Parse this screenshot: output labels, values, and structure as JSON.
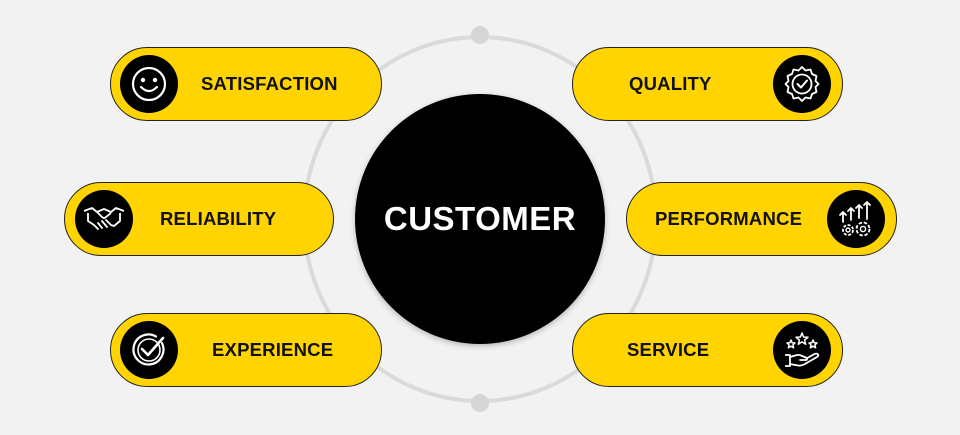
{
  "center": {
    "label": "CUSTOMER"
  },
  "items": [
    {
      "label": "SATISFACTION",
      "icon": "smiley-face-icon"
    },
    {
      "label": "RELIABILITY",
      "icon": "handshake-icon"
    },
    {
      "label": "EXPERIENCE",
      "icon": "checkmark-circle-icon"
    },
    {
      "label": "QUALITY",
      "icon": "quality-badge-icon"
    },
    {
      "label": "PERFORMANCE",
      "icon": "growth-gears-icon"
    },
    {
      "label": "SERVICE",
      "icon": "hand-stars-icon"
    }
  ],
  "colors": {
    "background": "#f2f2f2",
    "pill": "#ffd400",
    "center": "#000000",
    "ring": "#dadada"
  }
}
